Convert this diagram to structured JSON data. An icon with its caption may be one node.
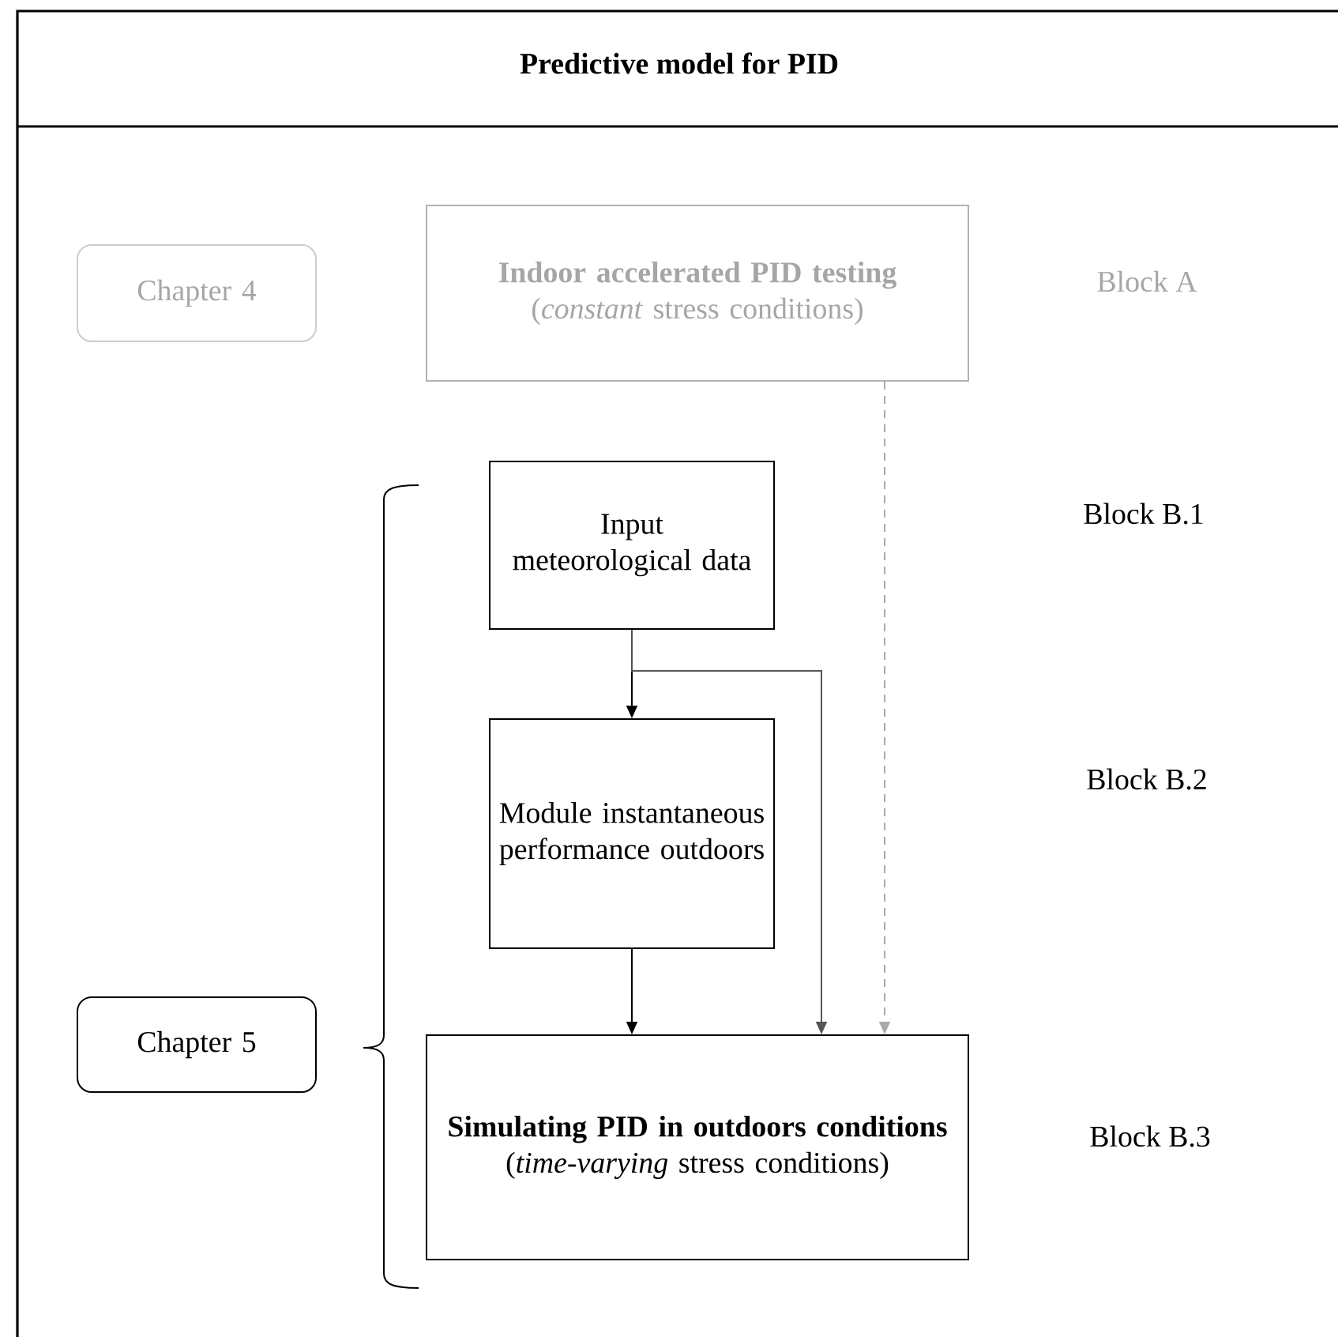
{
  "diagram": {
    "title": "Predictive model for PID",
    "nodes": [
      {
        "text": [
          "Chapter 4"
        ]
      },
      {
        "text": [
          "Indoor accelerated PID testing",
          "(*constant* stress conditions)"
        ]
      },
      {
        "text": [
          "Input meteorological data"
        ]
      },
      {
        "text": [
          "Module instantaneous performance outdoors"
        ]
      },
      {
        "text": [
          "Simulating PID in outdoors conditions",
          "(*time-varying* stress conditions)"
        ]
      },
      {
        "text": [
          "Chapter 5"
        ]
      }
    ],
    "edges": [
      {
        "from": 2,
        "to": 3,
        "arrow": "to"
      },
      {
        "from": 3,
        "to": 4,
        "arrow": "to"
      },
      {
        "from": 2,
        "to": 4,
        "arrow": "to",
        "color": "#555555"
      },
      {
        "from": 1,
        "to": 4,
        "arrow": "to",
        "style": "dashed",
        "color": "#aaaaaa"
      }
    ],
    "labels": [
      "Block A",
      "Block B.1",
      "Block B.2",
      "Block B.3"
    ]
  }
}
